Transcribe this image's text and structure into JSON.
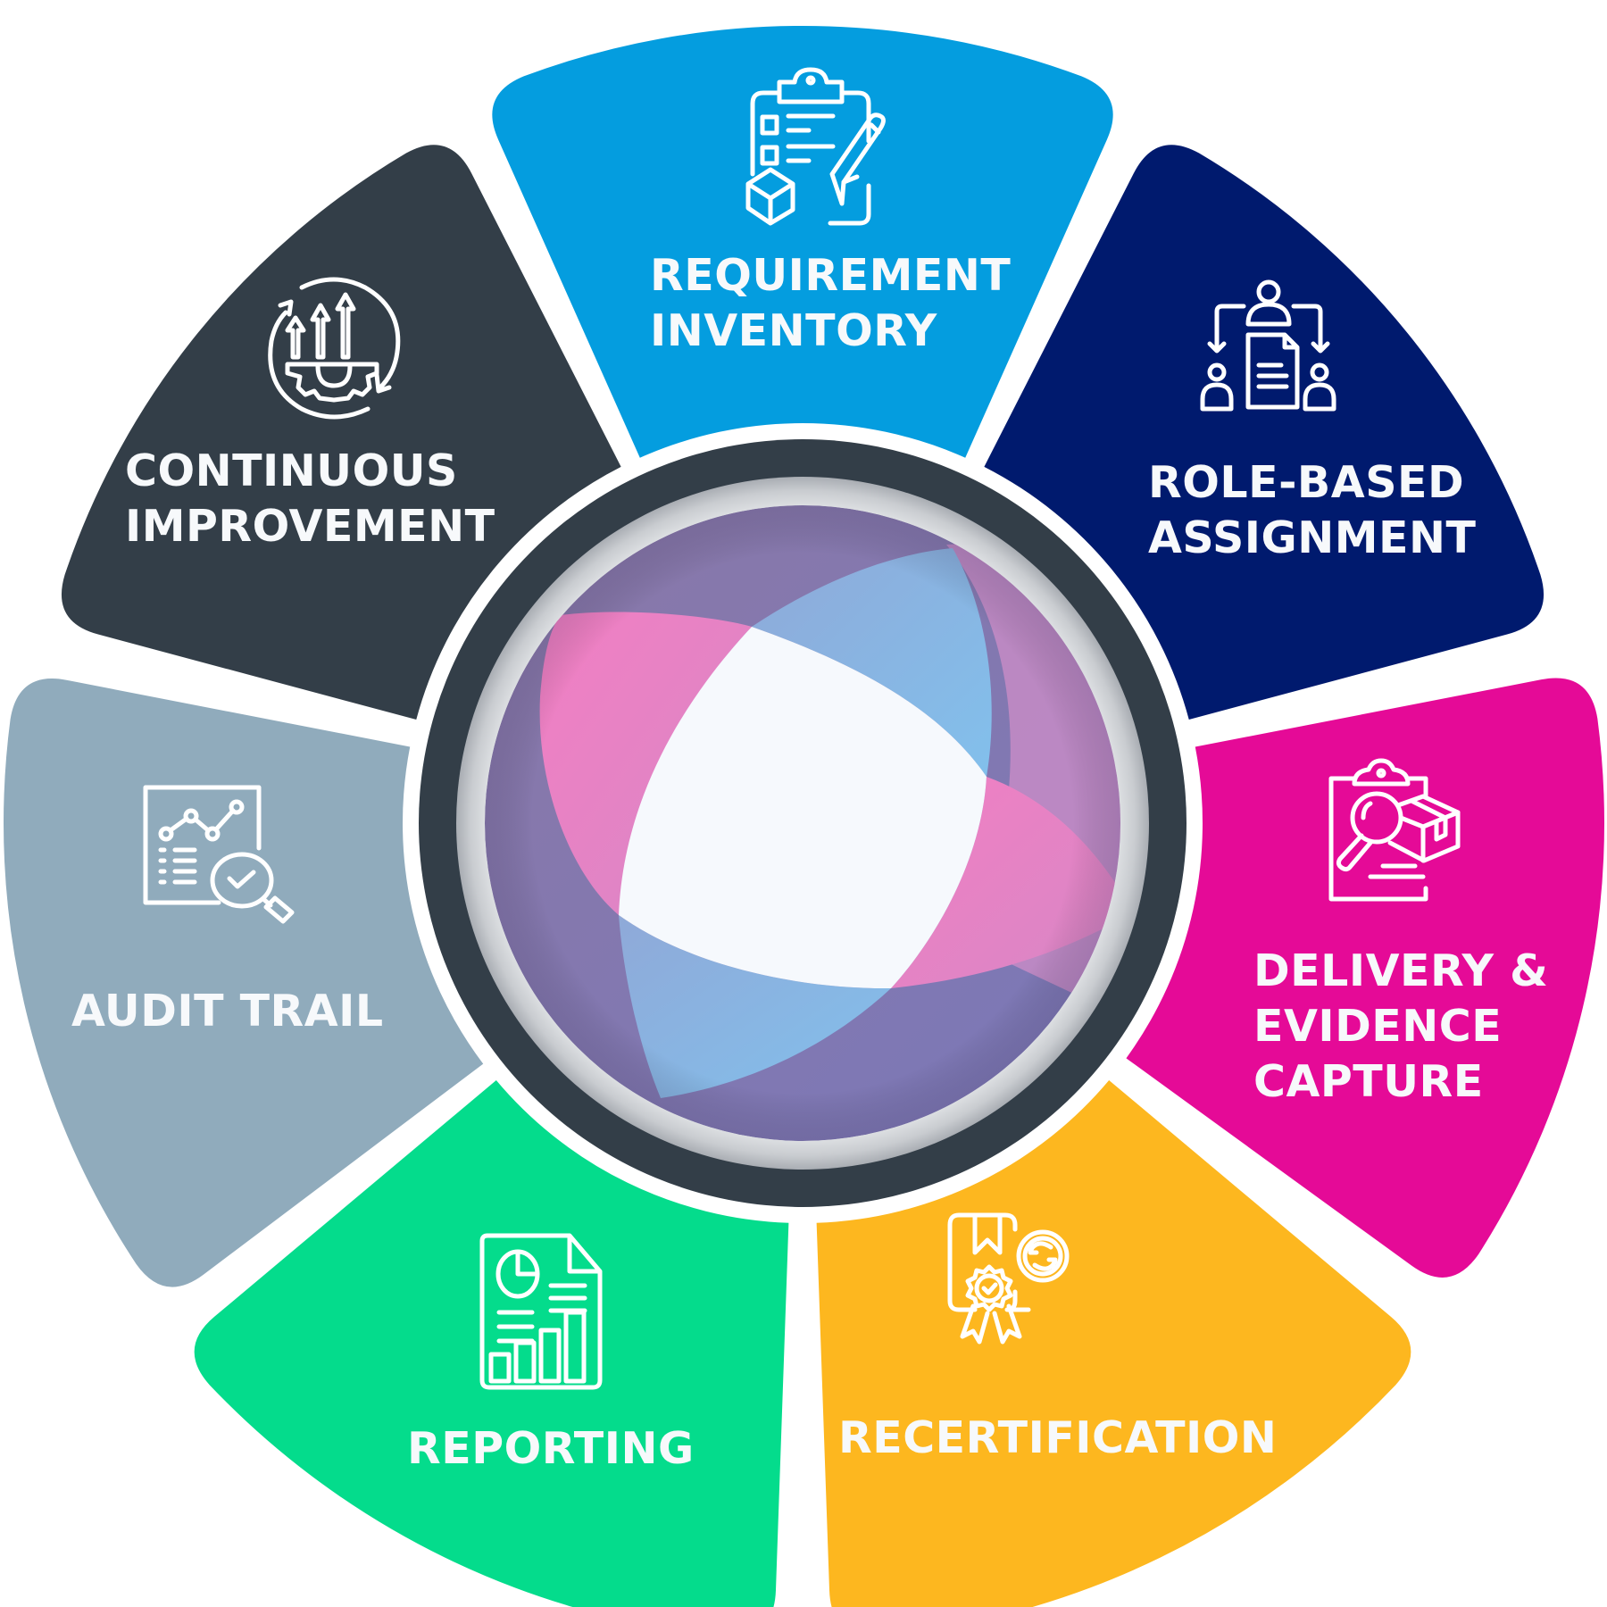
{
  "diagram": {
    "center": {
      "name": "center-logo"
    },
    "segments": [
      {
        "id": "requirement-inventory",
        "lines": [
          "REQUIREMENT",
          "INVENTORY"
        ],
        "color": "#049ddf",
        "icon": "clipboard-box-pencil-icon"
      },
      {
        "id": "role-based-assignment",
        "lines": [
          "ROLE-BASED",
          "ASSIGNMENT"
        ],
        "color": "#001a6e",
        "icon": "people-assignment-icon"
      },
      {
        "id": "delivery-evidence-capture",
        "lines": [
          "DELIVERY &",
          "EVIDENCE",
          "CAPTURE"
        ],
        "color": "#e50a97",
        "icon": "clipboard-inspect-package-icon"
      },
      {
        "id": "recertification",
        "lines": [
          "RECERTIFICATION"
        ],
        "color": "#fdb71f",
        "icon": "certificate-renew-icon"
      },
      {
        "id": "reporting",
        "lines": [
          "REPORTING"
        ],
        "color": "#04dc8c",
        "icon": "report-document-chart-icon"
      },
      {
        "id": "audit-trail",
        "lines": [
          "AUDIT TRAIL"
        ],
        "color": "#90abbc",
        "icon": "audit-magnifier-check-icon"
      },
      {
        "id": "continuous-improvement",
        "lines": [
          "CONTINUOUS",
          "IMPROVEMENT"
        ],
        "color": "#333e48",
        "icon": "gear-arrows-cycle-icon"
      }
    ],
    "ring_color": "#333e48"
  }
}
